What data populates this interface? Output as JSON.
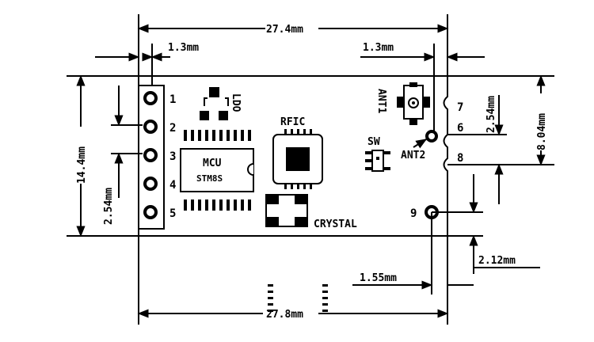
{
  "dimensions": {
    "width_top": "27.4mm",
    "width_bottom": "27.8mm",
    "edge_left": "1.3mm",
    "edge_right": "1.3mm",
    "height": "14.4mm",
    "pitch_left": "2.54mm",
    "pitch_right": "2.54mm",
    "right_offset": "8.04mm",
    "pin9_x": "1.55mm",
    "pin9_y": "2.12mm"
  },
  "components": {
    "ldo": "LDO",
    "rfic": "RFIC",
    "mcu": "MCU",
    "mcu_part": "STM8S",
    "crystal": "CRYSTAL",
    "sw": "SW",
    "ant1": "ANT1",
    "ant2": "ANT2"
  },
  "pins": {
    "p1": "1",
    "p2": "2",
    "p3": "3",
    "p4": "4",
    "p5": "5",
    "p6": "6",
    "p7": "7",
    "p8": "8",
    "p9": "9"
  },
  "colors": {
    "ink": "#000000",
    "background": "#ffffff"
  }
}
